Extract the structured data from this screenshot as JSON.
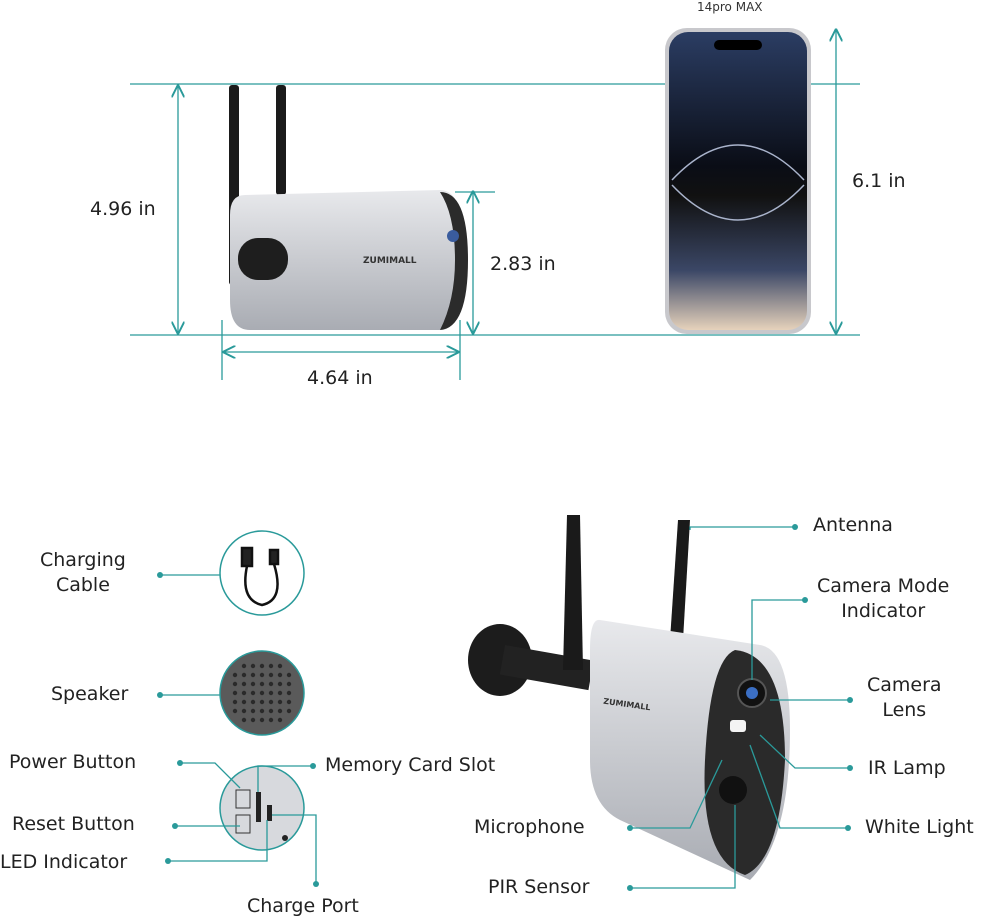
{
  "dimensions": {
    "phone_model": "14pro MAX",
    "camera_height_with_antenna": "4.96 in",
    "camera_body_height": "2.83 in",
    "camera_length": "4.64 in",
    "phone_height": "6.1 in",
    "camera_brand": "ZUMIMALL"
  },
  "parts": {
    "charging_cable": "Charging\nCable",
    "speaker": "Speaker",
    "power_button": "Power Button",
    "memory_card_slot": "Memory Card Slot",
    "reset_button": "Reset Button",
    "led_indicator": "LED Indicator",
    "charge_port": "Charge Port",
    "antenna": "Antenna",
    "camera_mode_indicator": "Camera Mode\nIndicator",
    "camera_lens": "Camera\nLens",
    "ir_lamp": "IR Lamp",
    "white_light": "White Light",
    "microphone": "Microphone",
    "pir_sensor": "PIR Sensor"
  },
  "colors": {
    "accent": "#2a9a9a",
    "camera_body": "#c9cbd0"
  }
}
